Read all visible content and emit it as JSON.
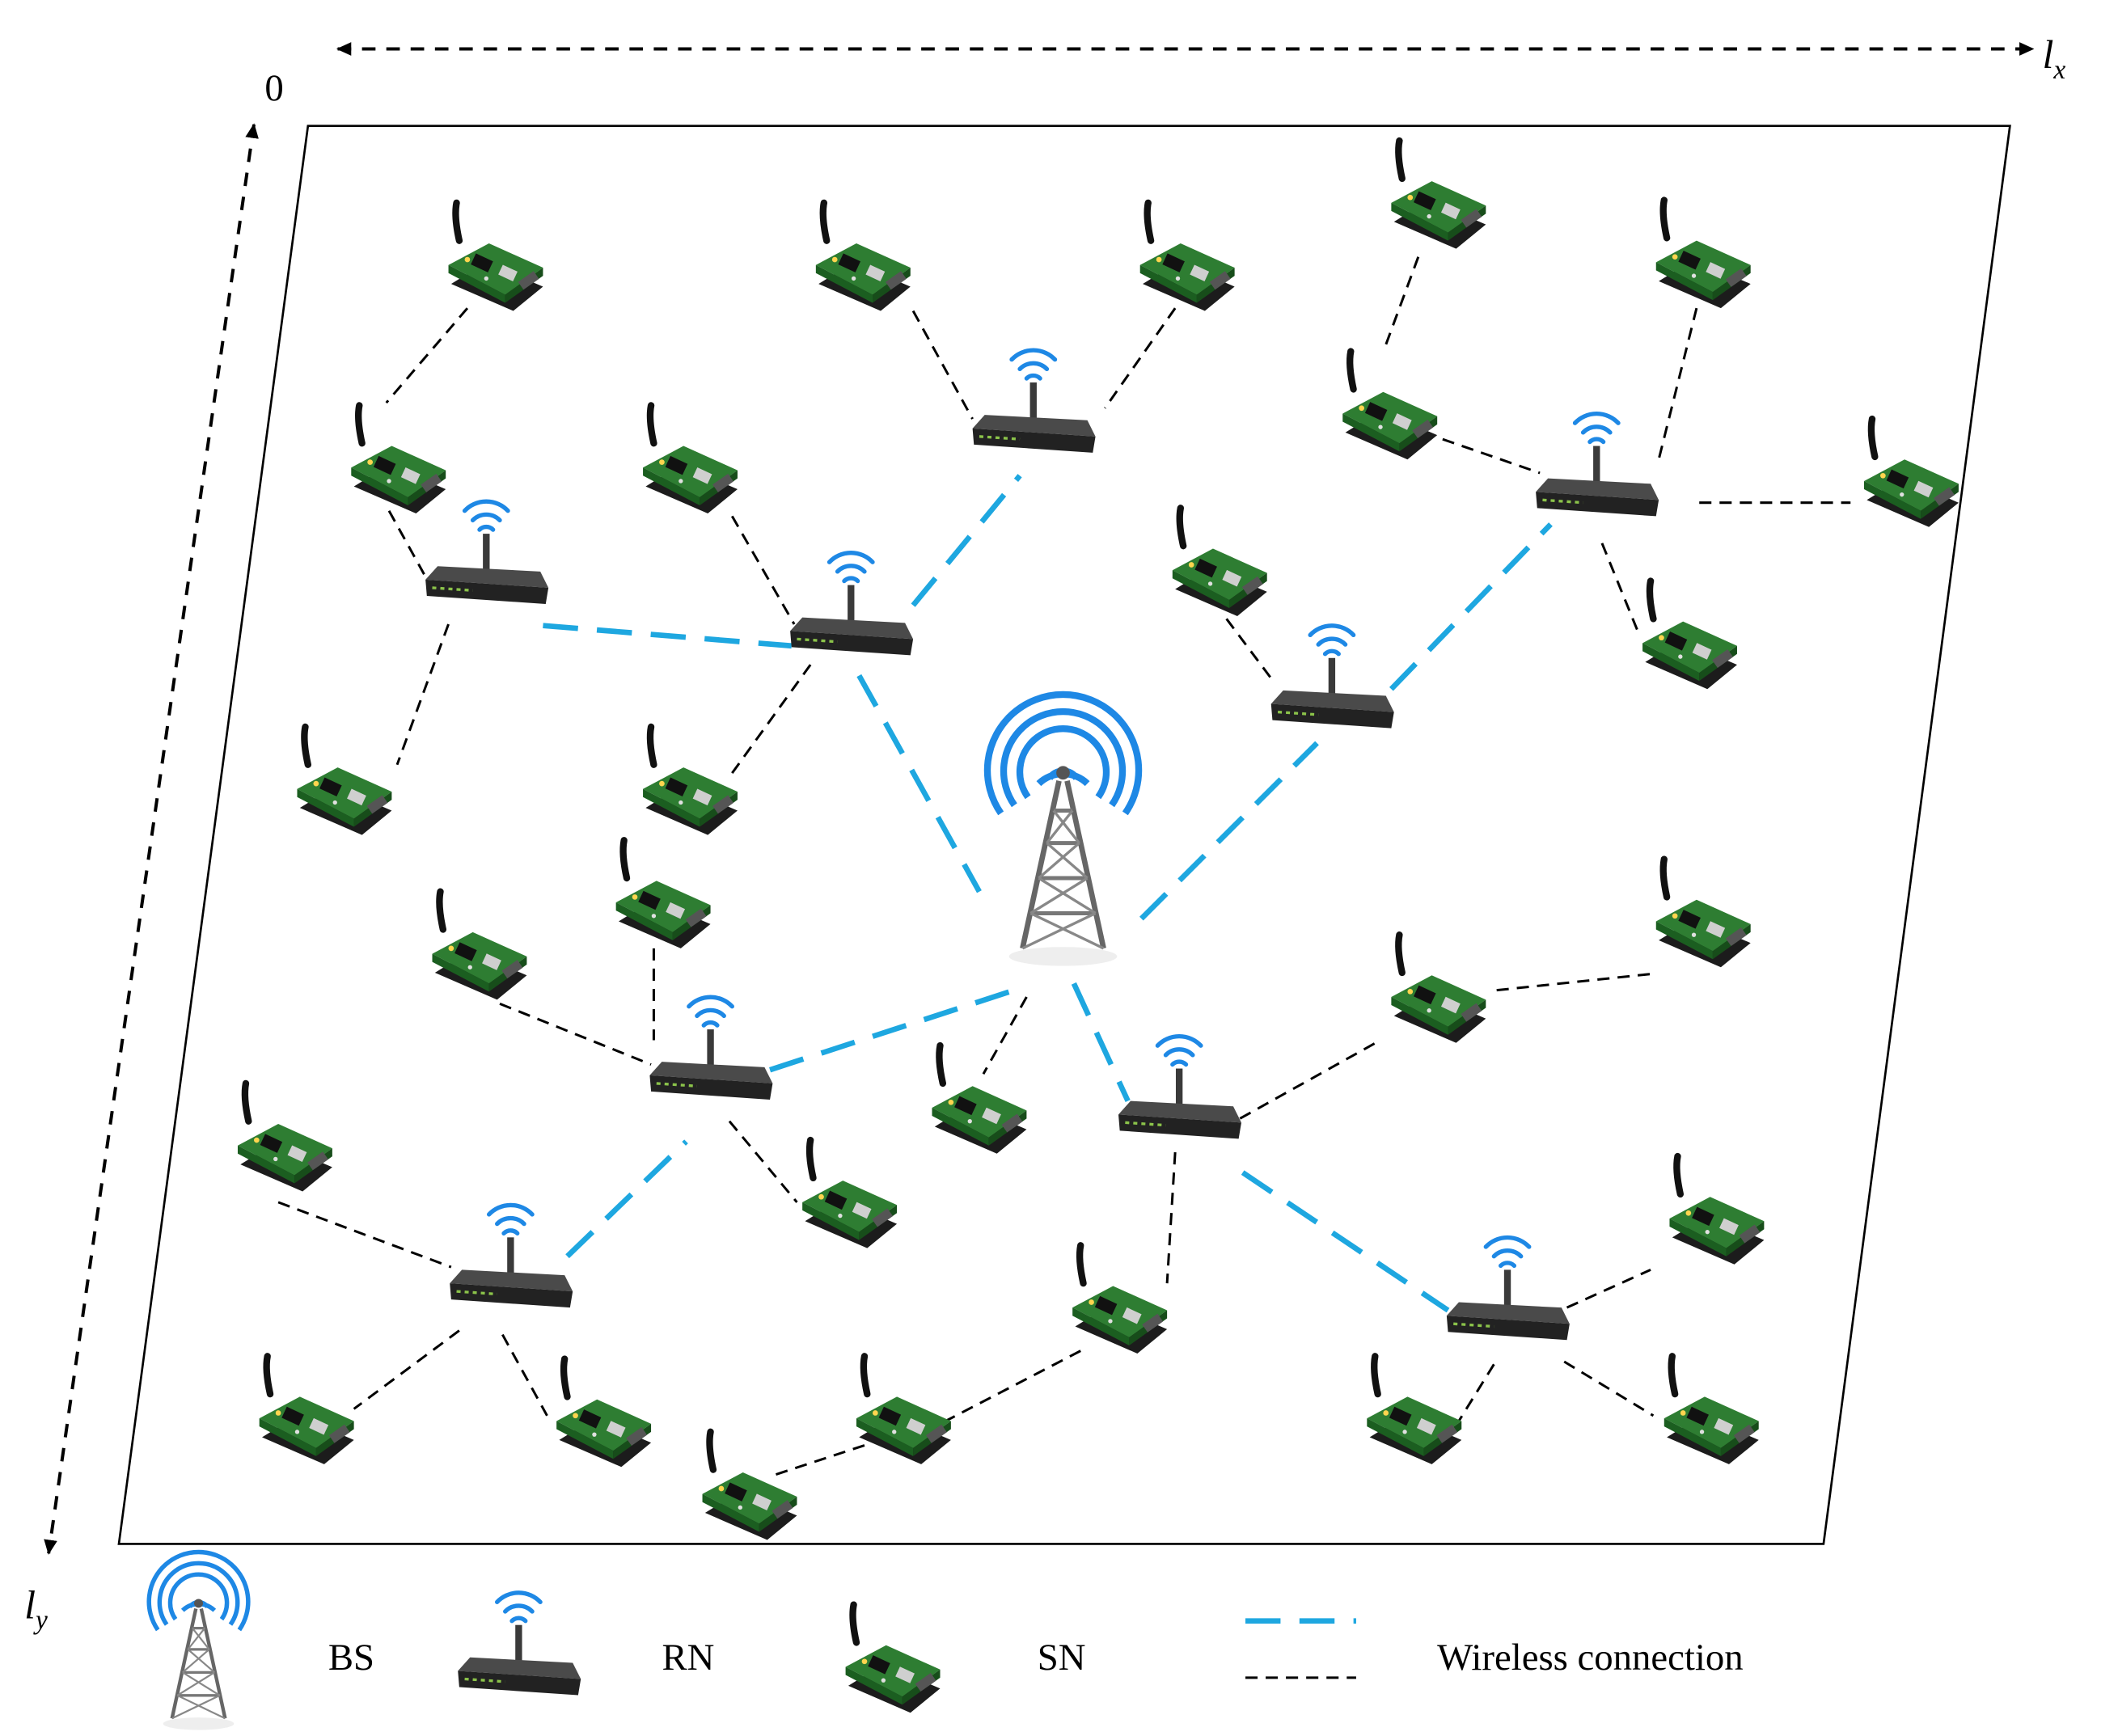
{
  "axis": {
    "origin": "0",
    "x_label_main": "l",
    "x_label_sub": "x",
    "y_label_main": "l",
    "y_label_sub": "y"
  },
  "legend": {
    "bs": "BS",
    "rn": "RN",
    "sn": "SN",
    "link": "Wireless connection"
  },
  "colors": {
    "backhaul": "#1ea7e0",
    "access": "#000000",
    "signal": "#1e88e5",
    "board": "#2e7d32"
  },
  "icons": {
    "bs": "cell-tower-icon",
    "rn": "wifi-router-icon",
    "sn": "sensor-board-icon"
  }
}
